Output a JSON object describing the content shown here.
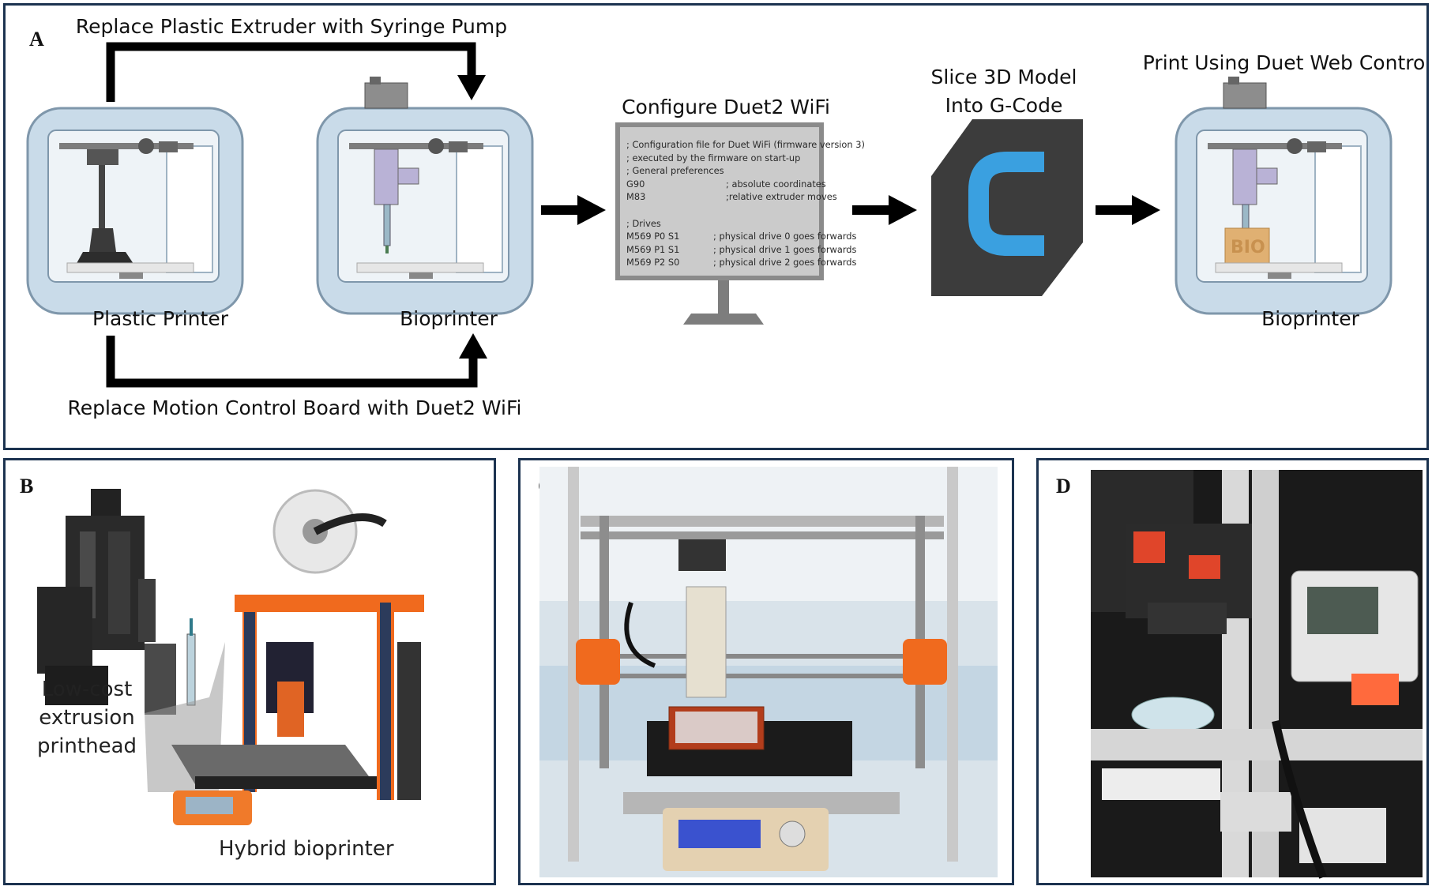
{
  "panel_a": {
    "letter": "A",
    "top_caption": "Replace Plastic Extruder with Syringe Pump",
    "bottom_caption": "Replace Motion Control Board with Duet2 WiFi",
    "plastic_printer_label": "Plastic Printer",
    "bioprinter_label": "Bioprinter",
    "configure_title": "Configure Duet2 WiFi",
    "slice_title_line1": "Slice 3D Model",
    "slice_title_line2": "Into G-Code",
    "print_title": "Print Using Duet Web Control",
    "final_bioprinter_label": "Bioprinter",
    "block_text": "BIO",
    "config_lines": [
      {
        "code": "; Configuration file for Duet WiFi (firmware version 3)",
        "comment": ""
      },
      {
        "code": "; executed by the firmware on start-up",
        "comment": ""
      },
      {
        "code": "; General preferences",
        "comment": ""
      },
      {
        "code": "G90",
        "comment": "; absolute coordinates"
      },
      {
        "code": "M83",
        "comment": ";relative extruder moves"
      },
      {
        "code": "",
        "comment": ""
      },
      {
        "code": "; Drives",
        "comment": ""
      },
      {
        "code": "M569 P0 S1",
        "comment": "; physical drive 0 goes forwards"
      },
      {
        "code": "M569 P1 S1",
        "comment": "; physical drive 1 goes forwards"
      },
      {
        "code": "M569 P2 S0",
        "comment": "; physical drive 2 goes forwards"
      }
    ]
  },
  "panel_b": {
    "letter": "B",
    "printhead_label_line1": "Low-cost",
    "printhead_label_line2": "extrusion",
    "printhead_label_line3": "printhead",
    "hybrid_label": "Hybrid bioprinter"
  },
  "panel_c": {
    "letter": "C"
  },
  "panel_d": {
    "letter": "D"
  },
  "colors": {
    "border": "#1c3350",
    "printer_body": "#c9dbe9",
    "monitor": "#8b8b8b",
    "slicer_icon": "#3c3c3c",
    "slicer_c": "#3aa0e0",
    "frame_orange": "#f06a1e"
  }
}
